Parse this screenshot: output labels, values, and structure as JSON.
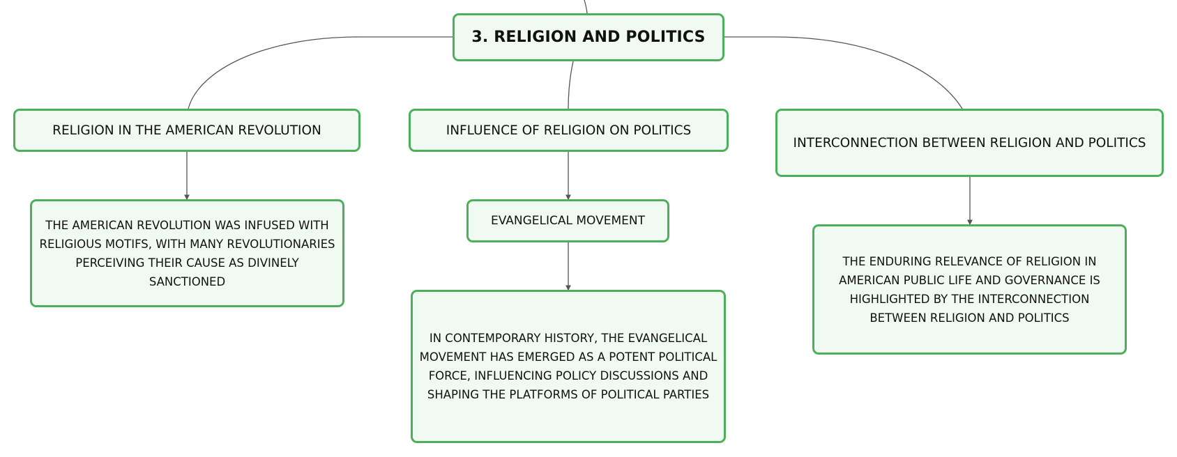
{
  "diagram": {
    "root": {
      "label": "3. RELIGION AND POLITICS"
    },
    "branches": [
      {
        "label": "RELIGION IN THE AMERICAN REVOLUTION",
        "detail": "THE AMERICAN REVOLUTION WAS INFUSED WITH RELIGIOUS MOTIFS, WITH MANY REVOLUTIONARIES PERCEIVING THEIR CAUSE AS DIVINELY SANCTIONED"
      },
      {
        "label": "INFLUENCE OF RELIGION ON POLITICS",
        "sub": "EVANGELICAL MOVEMENT",
        "detail": "IN CONTEMPORARY HISTORY, THE EVANGELICAL MOVEMENT HAS EMERGED AS A POTENT POLITICAL FORCE, INFLUENCING POLICY DISCUSSIONS AND SHAPING THE PLATFORMS OF POLITICAL PARTIES"
      },
      {
        "label": "INTERCONNECTION BETWEEN RELIGION AND POLITICS",
        "detail": "THE ENDURING RELEVANCE OF RELIGION IN AMERICAN PUBLIC LIFE AND GOVERNANCE IS HIGHLIGHTED BY THE INTERCONNECTION BETWEEN RELIGION AND POLITICS"
      }
    ],
    "colors": {
      "node_border": "#4caf5a",
      "node_fill": "#f1f9f3",
      "connector": "#555555"
    }
  }
}
